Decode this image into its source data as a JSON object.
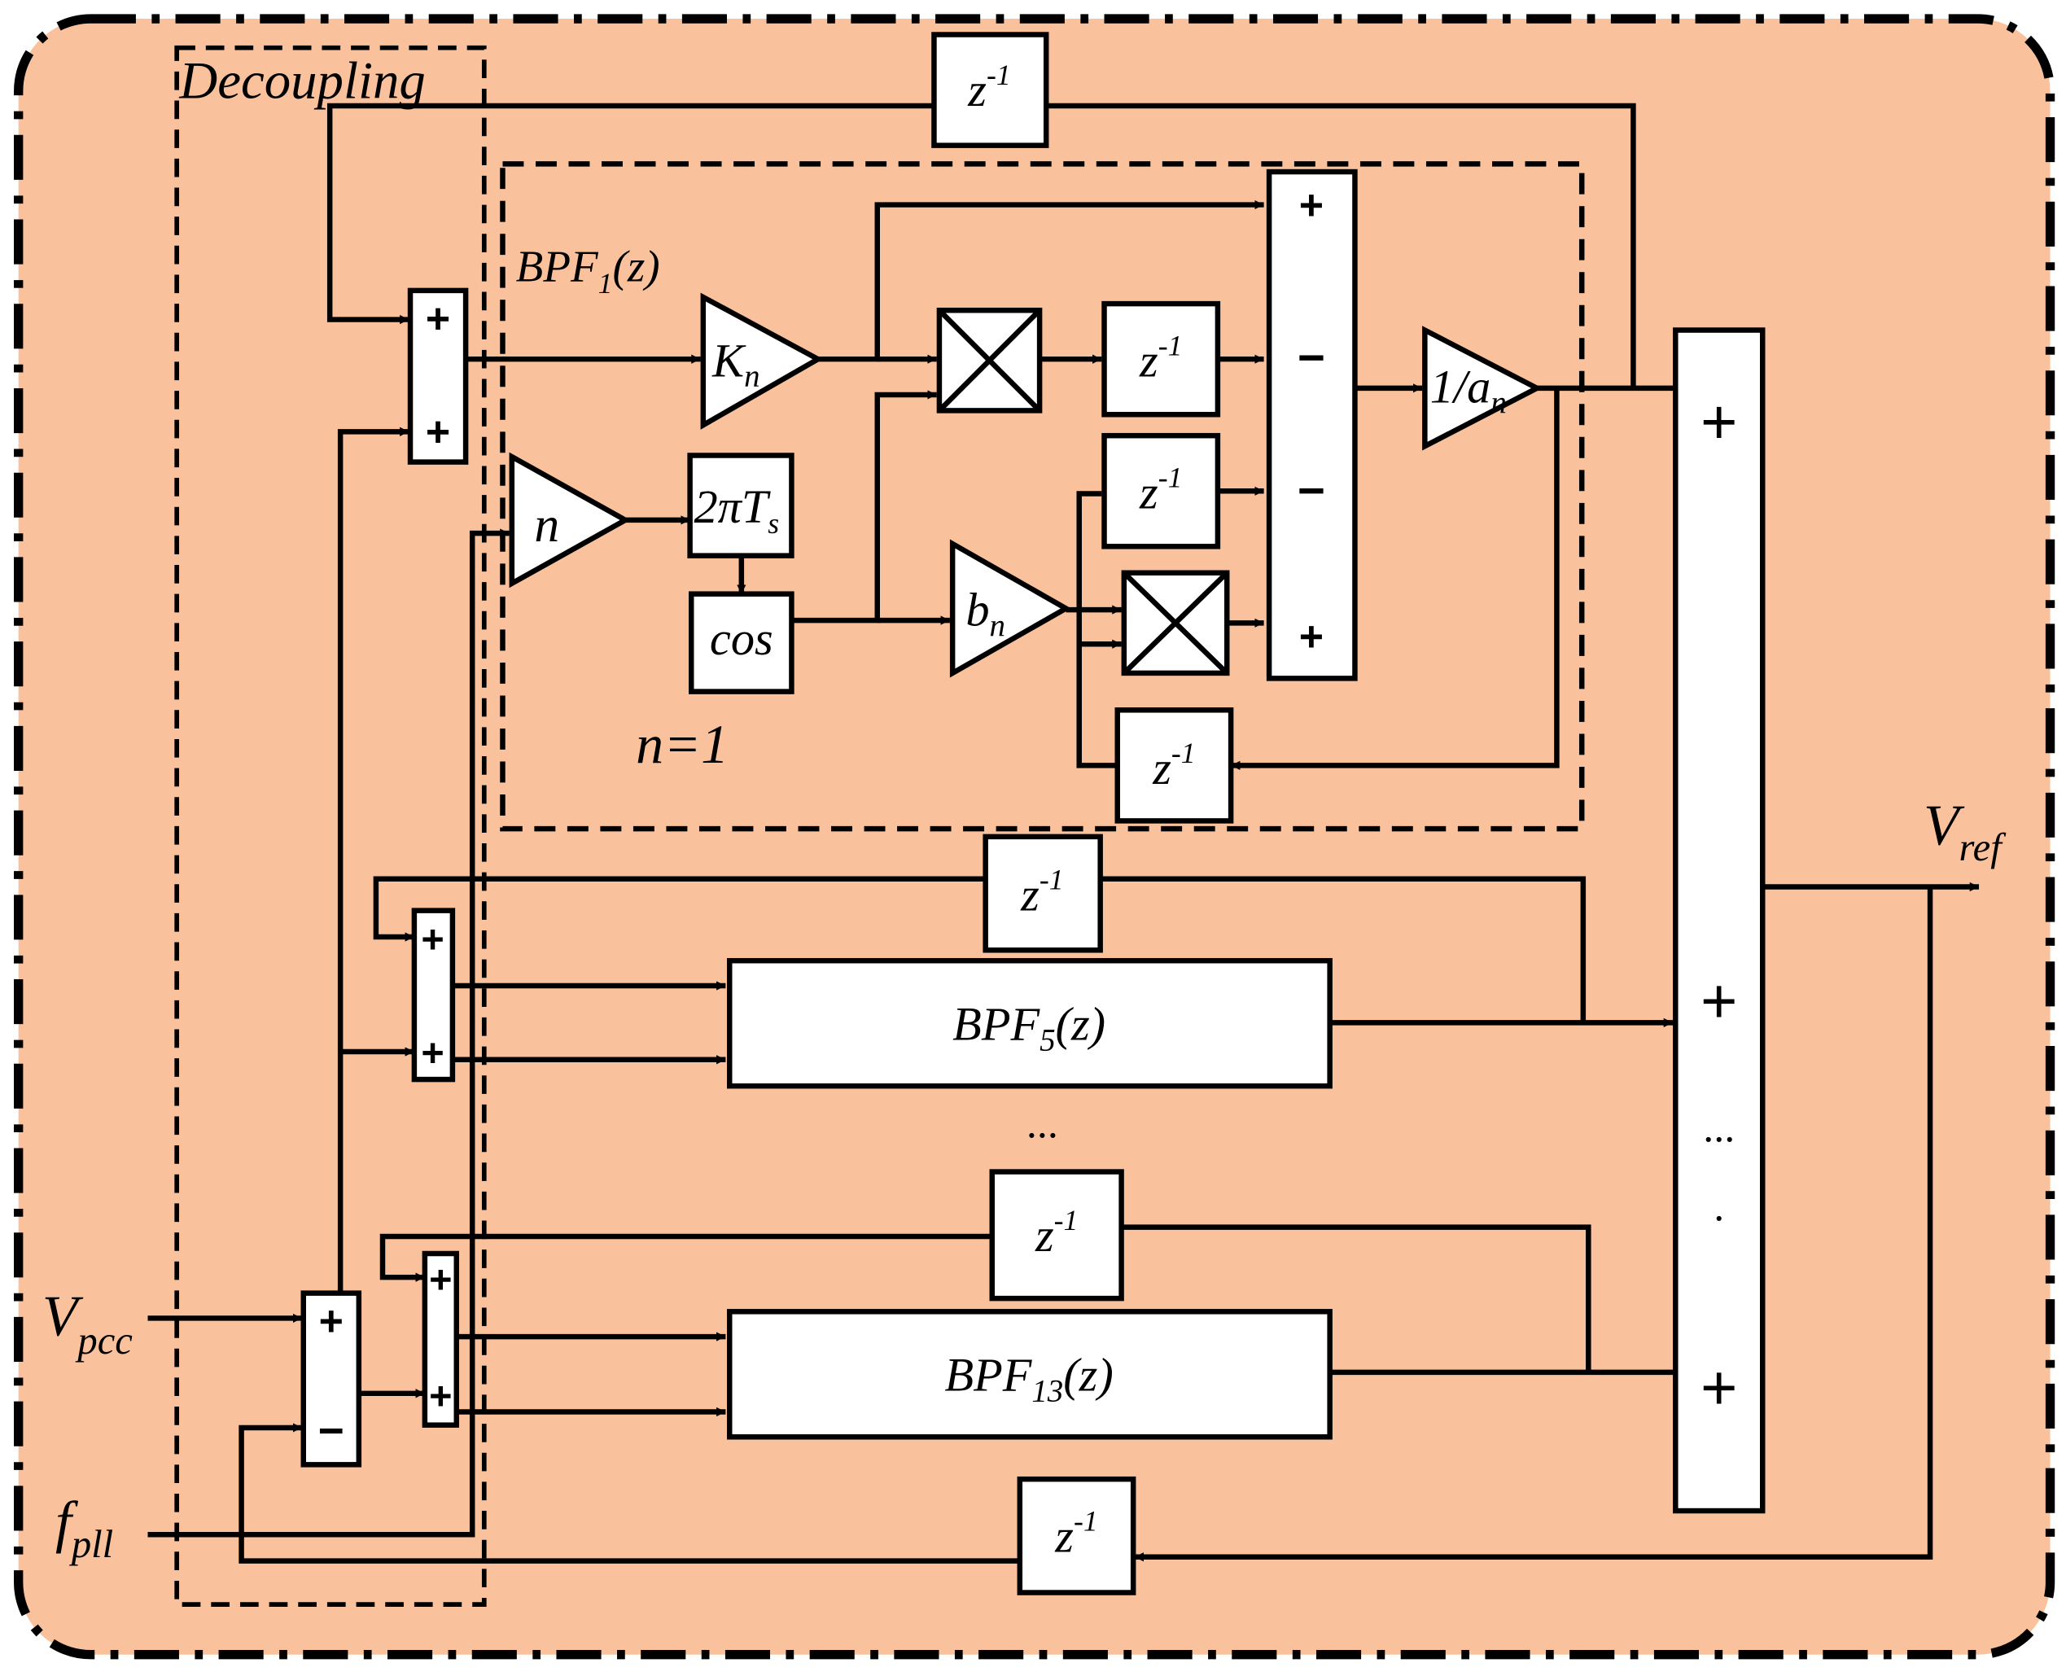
{
  "colors": {
    "background": "#FAC29C",
    "line": "#000000",
    "block_fill": "#FFFFFF"
  },
  "labels": {
    "decoupling": "Decoupling",
    "bpf1_base": "BPF",
    "bpf1_sub": "1",
    "bpf1_tail": "(z)",
    "n_eq": "n=1",
    "vpcc_base": "V",
    "vpcc_sub": "pcc",
    "fpll_base": "f",
    "fpll_sub": "pll",
    "vref_base": "V",
    "vref_sub": "ref",
    "dots": "...",
    "dots_right": "...",
    "dot_single": "."
  },
  "blocks": {
    "delay": {
      "base": "z",
      "sup": "-1"
    },
    "kn": {
      "base": "K",
      "sub": "n"
    },
    "n_gain": "n",
    "two_pi_ts": {
      "base": "2πT",
      "sub": "s"
    },
    "cos": "cos",
    "bn": {
      "base": "b",
      "sub": "n"
    },
    "inv_an": {
      "base": "1/a",
      "sub": "n"
    },
    "bpf5": {
      "base": "BPF",
      "sub": "5",
      "tail": "(z)"
    },
    "bpf13": {
      "base": "BPF",
      "sub": "13",
      "tail": "(z)"
    }
  },
  "signs": {
    "plus": "+",
    "minus": "−"
  }
}
